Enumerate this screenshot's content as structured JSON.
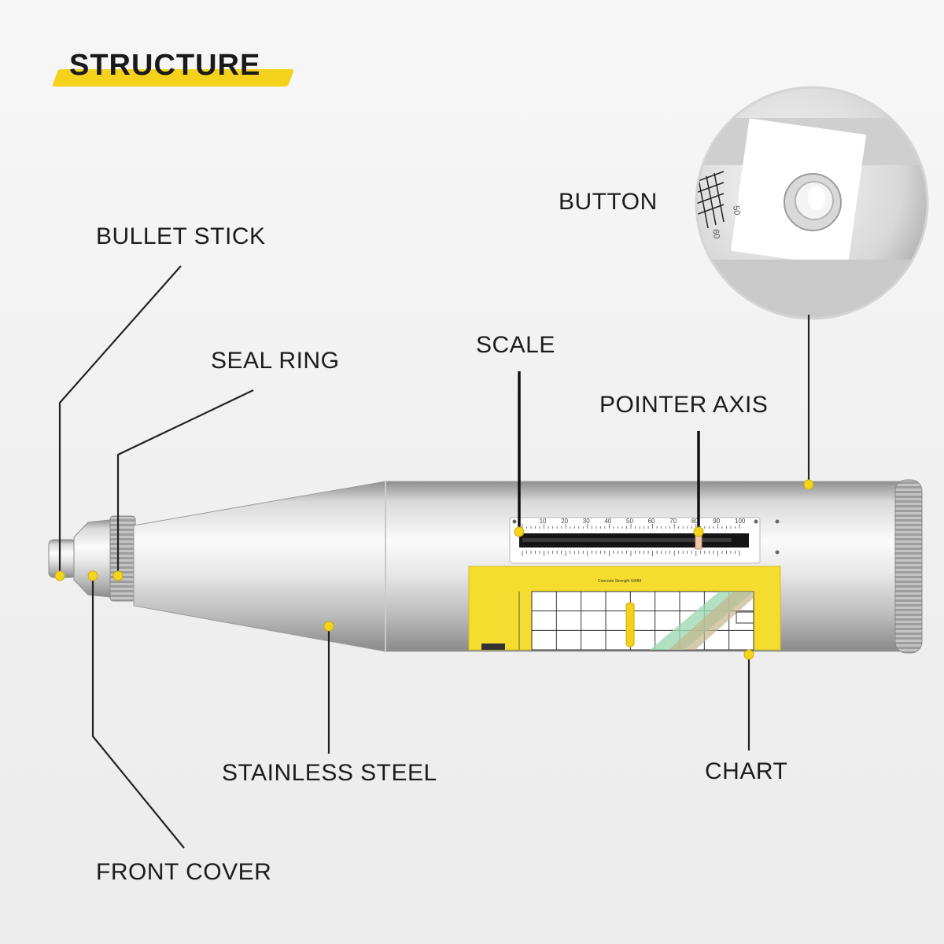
{
  "title": "STRUCTURE",
  "labels": {
    "button": "BUTTON",
    "bullet_stick": "BULLET STICK",
    "seal_ring": "SEAL RING",
    "scale": "SCALE",
    "pointer_axis": "POINTER AXIS",
    "stainless_steel": "STAINLESS STEEL",
    "chart": "CHART",
    "front_cover": "FRONT COVER"
  },
  "scale_numbers": [
    "10",
    "20",
    "30",
    "40",
    "50",
    "60",
    "70",
    "80",
    "90",
    "100"
  ],
  "chart_label_title": "Concrete Strength N/MM",
  "colors": {
    "accent_yellow": "#f4d21c",
    "chart_yellow": "#f5dd2f",
    "dot_yellow": "#f2d51c",
    "steel_light": "#f4f4f4",
    "steel_dark": "#a9a9a9",
    "leader_line": "#222222",
    "text": "#1c1c1c"
  }
}
